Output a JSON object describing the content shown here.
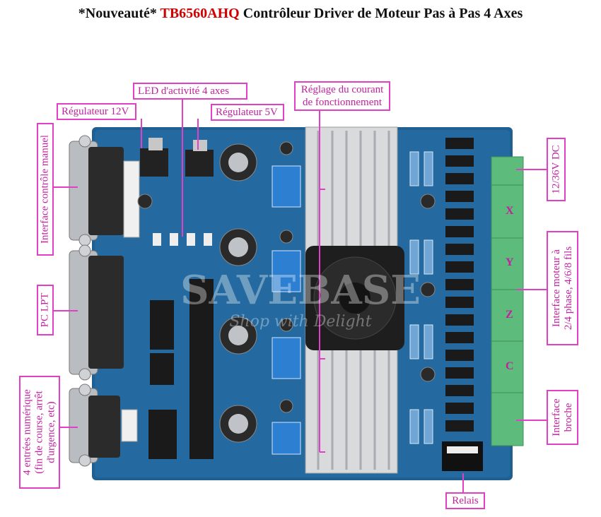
{
  "title": {
    "prefix": "*Nouveauté*",
    "model": "TB6560AHQ",
    "rest": "Contrôleur Driver de Moteur Pas à Pas 4 Axes"
  },
  "labels": {
    "led_activity": "LED d'activité 4 axes",
    "current_adjust_line1": "Réglage du courant",
    "current_adjust_line2": "de fonctionnement",
    "reg12": "Régulateur 12V",
    "reg5": "Régulateur 5V",
    "manual_control": "Interface contrôle manuel",
    "pc_lpt": "PC LPT",
    "inputs_line1": "4 entrées numérique",
    "inputs_line2": "(fin de course, arrêt",
    "inputs_line3": "d'urgence, etc)",
    "power": "12/36V DC",
    "motor_line1": "Interface moteur à",
    "motor_line2": "2/4 phase, 4/6/8 fils",
    "spindle_line1": "Interface",
    "spindle_line2": "broche",
    "relay": "Relais"
  },
  "axes": [
    "X",
    "Y",
    "Z",
    "C"
  ],
  "watermark": {
    "main": "SAVEBASE",
    "sub": "Shop with Delight"
  },
  "colors": {
    "accent": "#e03fc6",
    "title_red": "#d10000",
    "pcb": "#1f5f92",
    "terminal": "#5dbb7c"
  }
}
